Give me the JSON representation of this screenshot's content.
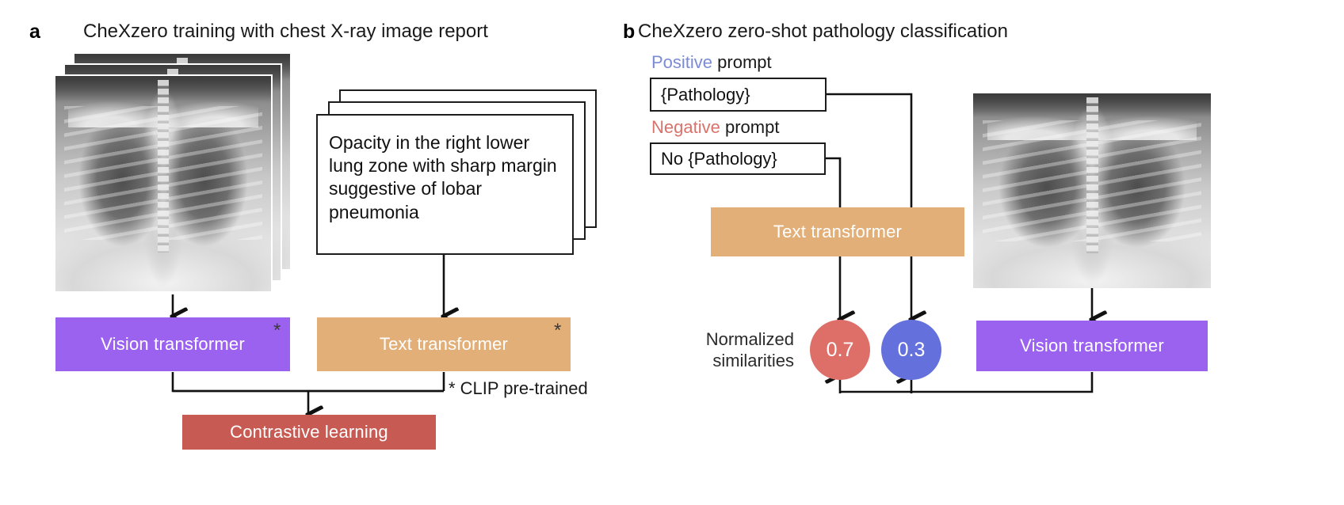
{
  "figure": {
    "panels": [
      {
        "letter": "a",
        "title": "CheXzero training with chest X-ray image report",
        "report_text": "Opacity in the right lower lung zone with sharp margin suggestive of lobar pneumonia",
        "vision_transformer_label": "Vision transformer",
        "text_transformer_label": "Text transformer",
        "contrastive_label": "Contrastive learning",
        "footnote": "* CLIP pre-trained",
        "star_glyph": "*"
      },
      {
        "letter": "b",
        "title": "CheXzero zero-shot pathology classification",
        "positive_word": "Positive",
        "positive_suffix": " prompt",
        "positive_value": "{Pathology}",
        "negative_word": "Negative",
        "negative_suffix": " prompt",
        "negative_value": "No {Pathology}",
        "text_transformer_label": "Text transformer",
        "vision_transformer_label": "Vision transformer",
        "similarities_line1": "Normalized",
        "similarities_line2": "similarities",
        "similarity_positive": "0.7",
        "similarity_negative": "0.3"
      }
    ]
  },
  "colors": {
    "vision_transformer": "#9B62F0",
    "text_transformer": "#E3AF78",
    "contrastive_learning": "#C75B54",
    "positive_word": "#7B8BD4",
    "negative_word": "#D9726B",
    "similarity_positive_circle": "#DD6F68",
    "similarity_negative_circle": "#6470DC",
    "stroke": "#1c1c1c",
    "text": "#1a1a1a"
  }
}
